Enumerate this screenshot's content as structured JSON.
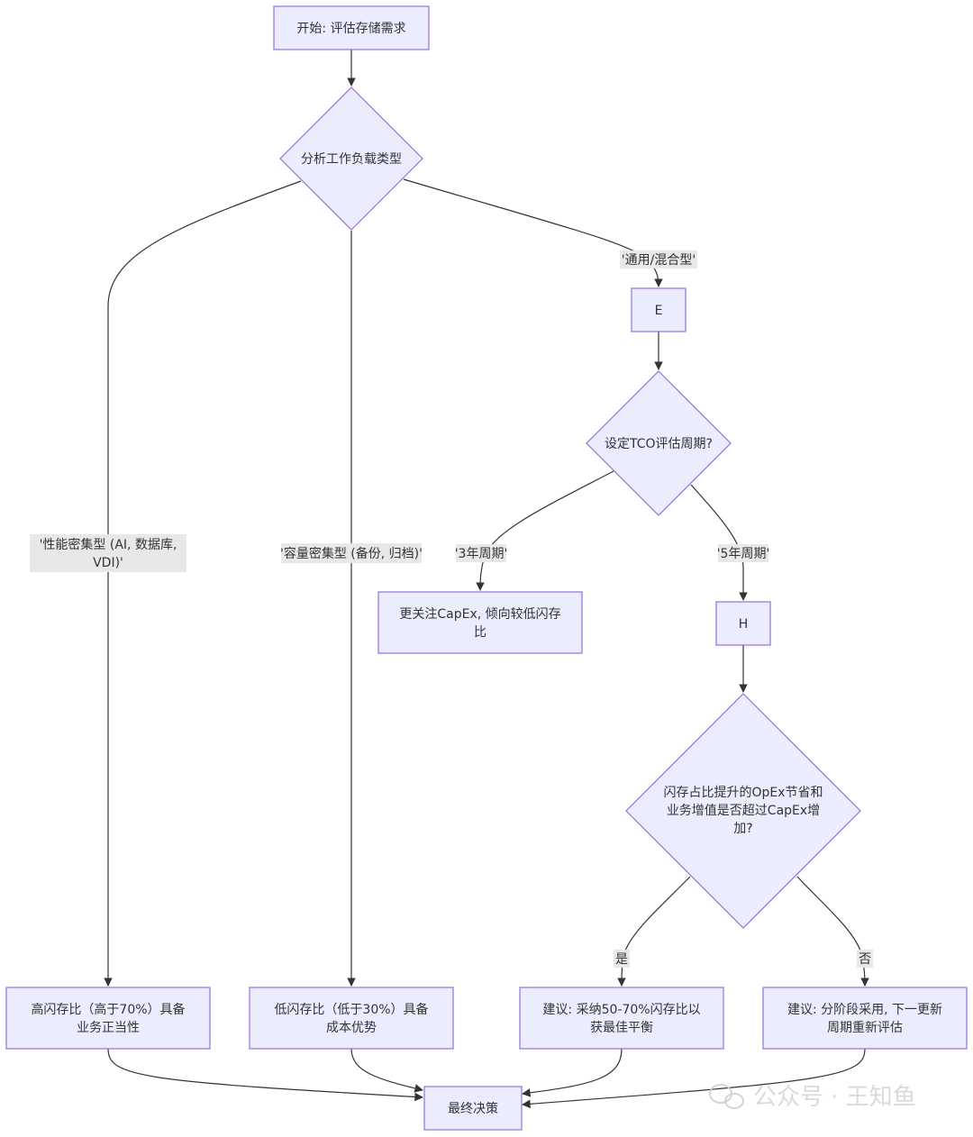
{
  "nodes": {
    "start": "开始: 评估存储需求",
    "analyze": "分析工作负载类型",
    "e": "E",
    "tco": "设定TCO评估周期?",
    "capex_focus": [
      "更关注CapEx, 倾向较低闪存",
      "比"
    ],
    "h": "H",
    "opex_question": [
      "闪存占比提升的OpEx节省和",
      "业务增值是否超过CapEx增",
      "加?"
    ],
    "high_flash": [
      "高闪存比（高于70%）具备",
      "业务正当性"
    ],
    "low_flash": [
      "低闪存比（低于30%）具备",
      "成本优势"
    ],
    "recommend_yes": [
      "建议: 采纳50-70%闪存比以",
      "获最佳平衡"
    ],
    "recommend_no": [
      "建议: 分阶段采用, 下一更新",
      "周期重新评估"
    ],
    "final": "最终决策"
  },
  "edge_labels": {
    "performance": [
      "'性能密集型 (AI, 数据库,",
      "VDI)'"
    ],
    "capacity": "'容量密集型 (备份, 归档)'",
    "general": "'通用/混合型'",
    "three_year": "'3年周期'",
    "five_year": "'5年周期'",
    "yes": "是",
    "no": "否"
  },
  "watermark": "公众号 · 王知鱼",
  "colors": {
    "node_fill": "#ECECFF",
    "node_stroke": "#9370DB",
    "edge": "#333333",
    "label_bg": "#e8e8e8"
  }
}
